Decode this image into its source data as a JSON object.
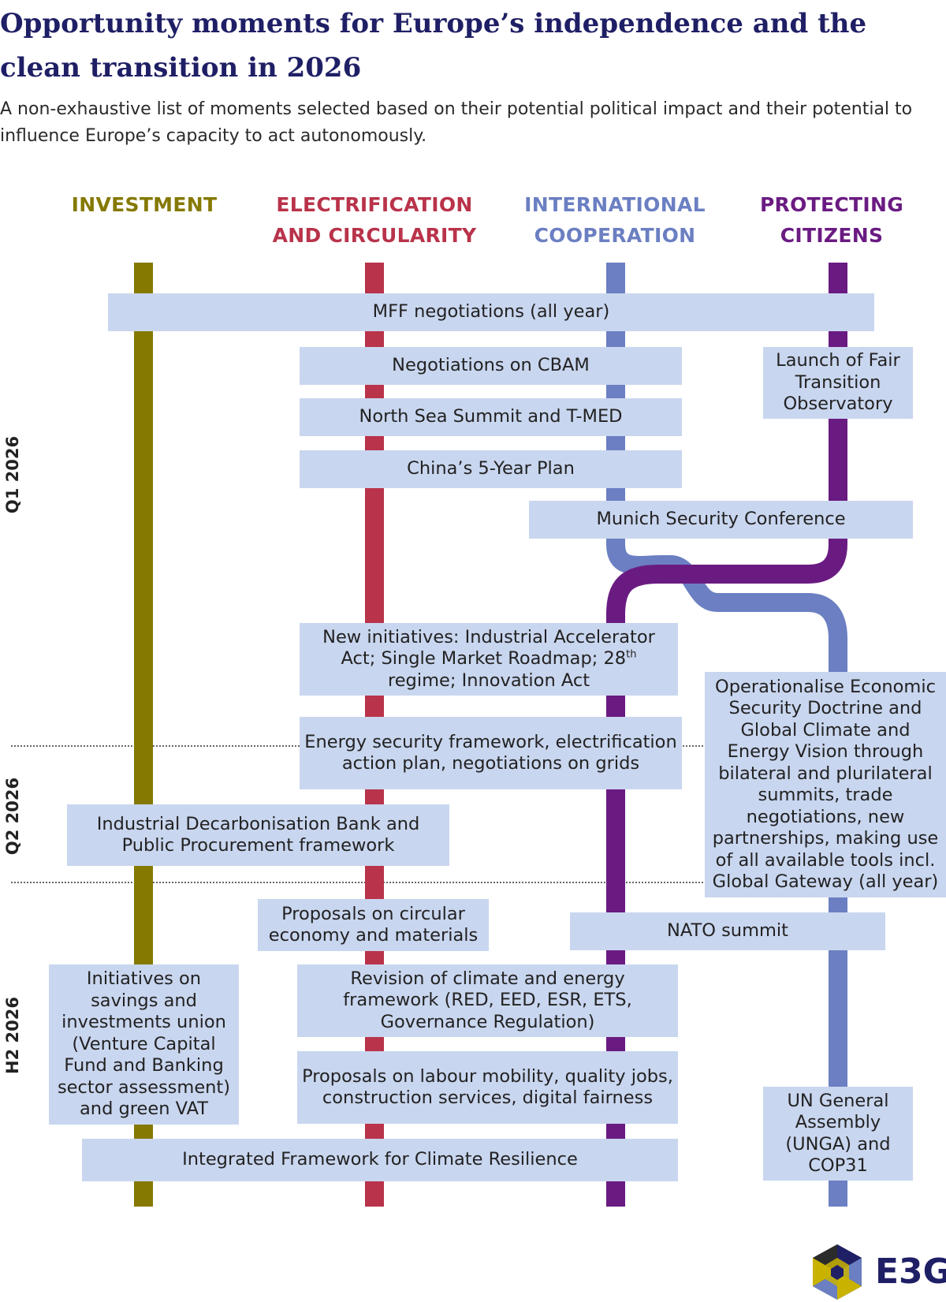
{
  "title": "Opportunity moments for Europe’s independence and the clean transition in 2026",
  "subtitle": "A non-exhaustive list of moments selected based on their potential political impact and their potential to influence Europe’s capacity to act autonomously.",
  "columns": [
    {
      "label": "INVESTMENT",
      "color": "#857902"
    },
    {
      "label": "ELECTRIFICATION AND CIRCULARITY",
      "color": "#b9334a"
    },
    {
      "label": "INTERNATIONAL COOPERATION",
      "color": "#6b7fc2"
    },
    {
      "label": "PROTECTING CITIZENS",
      "color": "#6a1b82"
    }
  ],
  "periods": [
    "Q1 2026",
    "Q2 2026",
    "H2 2026"
  ],
  "events": {
    "mff": "MFF negotiations (all year)",
    "cbam": "Negotiations on CBAM",
    "north_sea": "North Sea Summit and T-MED",
    "china": "China’s 5-Year Plan",
    "fair_transition": "Launch of Fair Transition Observatory",
    "munich": "Munich Security Conference",
    "new_initiatives": "New initiatives: Industrial Accelerator Act; Single Market Roadmap; 28",
    "new_initiatives_sup": "th",
    "new_initiatives_end": " regime; Innovation Act",
    "energy_security": "Energy security framework, electrification action plan, negotiations on grids",
    "economic_security": "Operationalise Economic Security Doctrine and Global Climate and Energy Vision through bilateral and plurilateral summits, trade negotiations, new partnerships, making use of all available tools incl. Global Gateway (all year)",
    "decarb_bank": "Industrial Decarbonisation Bank and Public Procurement framework",
    "circular": "Proposals on circular economy and materials",
    "nato": "NATO summit",
    "savings": "Initiatives on savings and investments union (Venture Capital Fund and Banking sector assessment) and green VAT",
    "revision": "Revision of climate and energy framework (RED, EED, ESR, ETS, Governance Regulation)",
    "labour": "Proposals on labour mobility, quality jobs, construction services, digital fairness",
    "unga": "UN General Assembly (UNGA) and COP31",
    "resilience": "Integrated Framework for Climate Resilience"
  },
  "logo": {
    "text": "E3G",
    "icon": "e3g-hexagon-logo",
    "colors": [
      "#1f1f66",
      "#6b7fc2",
      "#c9b300",
      "#2b2b2b"
    ]
  }
}
